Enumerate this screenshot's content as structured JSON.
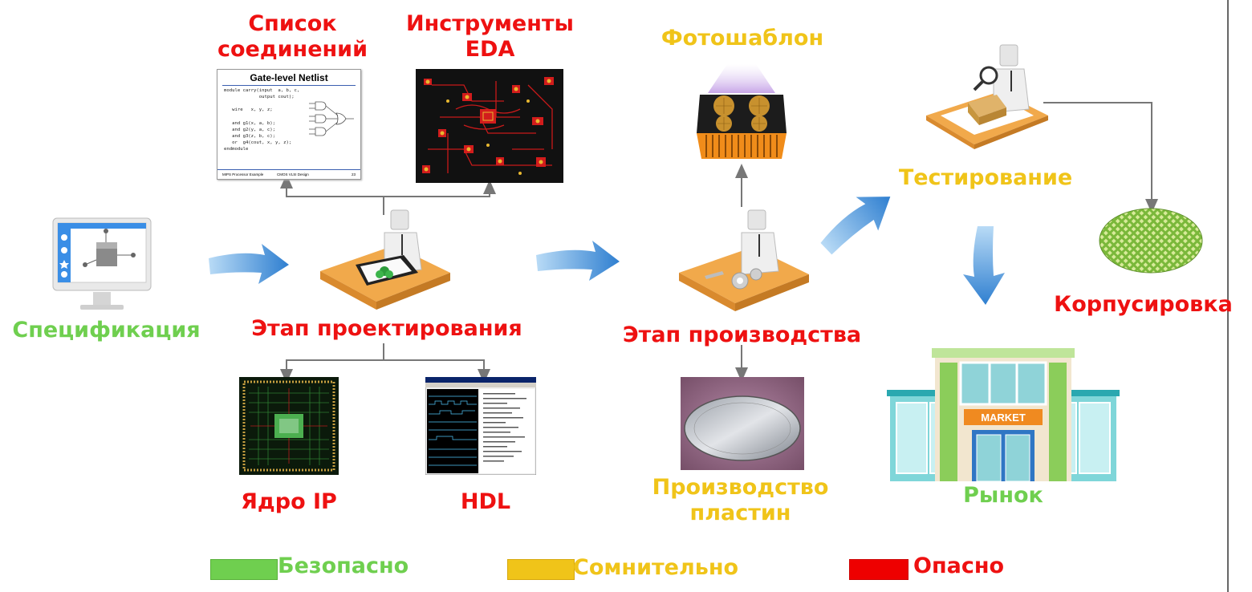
{
  "nodes": {
    "spec": "Спецификация",
    "netlist": "Список соединений",
    "eda": "Инструменты EDA",
    "design_stage": "Этап проектирования",
    "ip_core": "Ядро IP",
    "hdl": "HDL",
    "photomask": "Фотошаблон",
    "production_stage": "Этап производства",
    "wafer_production": "Производство пластин",
    "testing": "Тестирование",
    "packaging": "Корпусировка",
    "market": "Рынок"
  },
  "netlist_doc": {
    "title": "Gate-level Netlist",
    "code": [
      "module carry(input  a, b, c,",
      "             output cout);",
      "",
      "   wire   x, y, z;",
      "",
      "   and g1(x, a, b);",
      "   and g2(y, a, c);",
      "   and g3(z, b, c);",
      "   or  g4(cout, x, y, z);",
      "endmodule"
    ],
    "footer_left": "MIPS Processor Example",
    "footer_mid": "CMOS VLSI Design",
    "footer_right": "23"
  },
  "market_sign": "MARKET",
  "legend": [
    {
      "label": "Безопасно",
      "color": "#6fcf4f"
    },
    {
      "label": "Сомнительно",
      "color": "#f0c419"
    },
    {
      "label": "Опасно",
      "color": "#ee0000"
    }
  ],
  "colors": {
    "safe": "#6fcf4f",
    "doubtful": "#f0c419",
    "danger": "#ee1111",
    "flow_arrow": "#3f8fd8",
    "wire": "#777777"
  }
}
